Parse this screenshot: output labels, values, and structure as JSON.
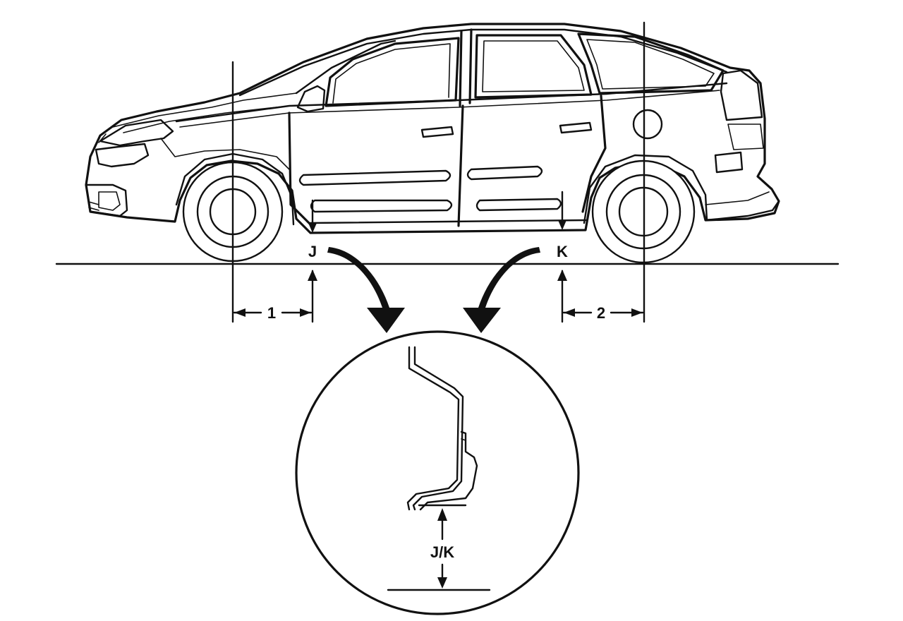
{
  "labels": {
    "point_j": "J",
    "point_k": "K",
    "dim_1": "1",
    "dim_2": "2",
    "detail_jk": "J/K"
  },
  "icons": {
    "vehicle": "vehicle-side-view-illustration",
    "rocker_section": "rocker-panel-section-detail"
  }
}
